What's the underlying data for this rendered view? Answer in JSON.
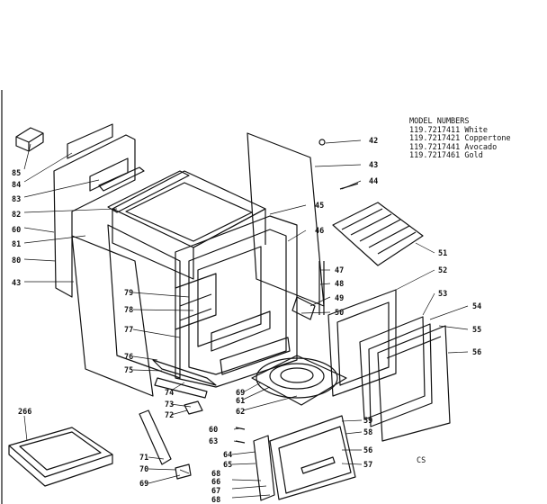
{
  "model_block": {
    "heading": "MODEL NUMBERS",
    "models": [
      {
        "number": "119.7217411",
        "color": "White"
      },
      {
        "number": "119.7217421",
        "color": "Coppertone"
      },
      {
        "number": "119.7217441",
        "color": "Avocado"
      },
      {
        "number": "119.7217461",
        "color": "Gold"
      }
    ]
  },
  "drawing_code": "CS",
  "part_labels": {
    "l85": "85",
    "l84": "84",
    "l83": "83",
    "l82": "82",
    "l60a": "60",
    "l81": "81",
    "l80": "80",
    "l43a": "43",
    "l42": "42",
    "l43b": "43",
    "l44": "44",
    "l45": "45",
    "l46": "46",
    "l47": "47",
    "l48": "48",
    "l49": "49",
    "l50": "50",
    "l51": "51",
    "l52": "52",
    "l53": "53",
    "l54": "54",
    "l55": "55",
    "l56": "56",
    "l79": "79",
    "l78": "78",
    "l77": "77",
    "l76": "76",
    "l75": "75",
    "l74": "74",
    "l73": "73",
    "l72": "72",
    "l69a": "69",
    "l61": "61",
    "l62": "62",
    "l266": "266",
    "l60b": "60",
    "l63": "63",
    "l64": "64",
    "l65": "65",
    "l71": "71",
    "l70": "70",
    "l69b": "69",
    "l68a": "68",
    "l66": "66",
    "l67": "67",
    "l68b": "68",
    "l59": "59",
    "l58": "58",
    "l56b": "56",
    "l57": "57"
  }
}
